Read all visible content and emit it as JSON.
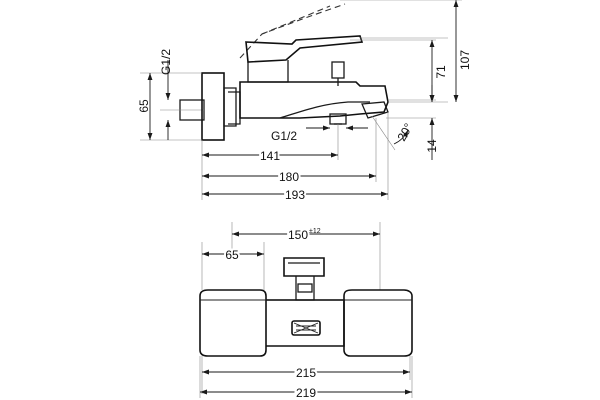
{
  "side_view": {
    "thread_label_top": "G1/2",
    "thread_label_bottom": "G1/2",
    "dim_65": "65",
    "dim_71": "71",
    "dim_107": "107",
    "dim_14": "14",
    "dim_20deg": "20°",
    "dim_141": "141",
    "dim_180": "180",
    "dim_193": "193"
  },
  "front_view": {
    "dim_150": "150",
    "dim_150_tolerance": "±12",
    "dim_65": "65",
    "dim_215": "215",
    "dim_219": "219"
  }
}
